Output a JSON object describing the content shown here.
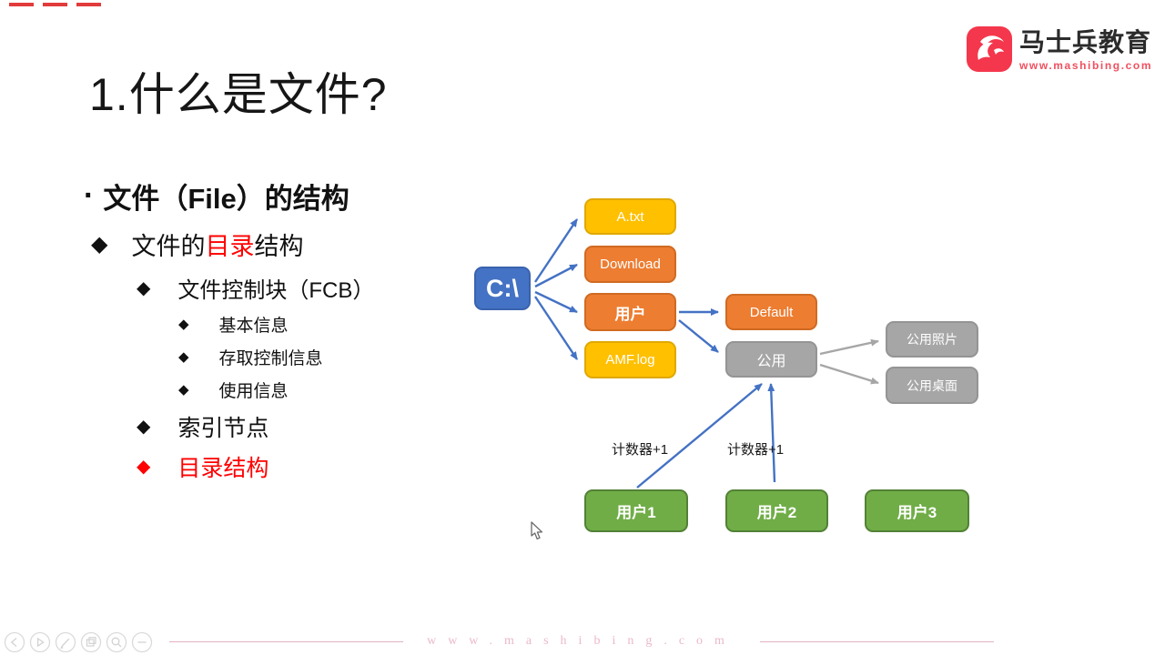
{
  "top_annotation": {
    "dash_color": "#e23b3b"
  },
  "logo": {
    "brand": "马士兵教育",
    "website": "www.mashibing.com",
    "brand_red": "#f4374c"
  },
  "slide": {
    "title": "1.什么是文件?",
    "outline": {
      "bullet1": "文件（File）的结构",
      "bullet2_pre": "文件的",
      "bullet2_highlight": "目录",
      "bullet2_post": "结构",
      "bullet3": "文件控制块（FCB）",
      "bullet4": "基本信息",
      "bullet5": "存取控制信息",
      "bullet6": "使用信息",
      "bullet7": "索引节点",
      "bullet8": "目录结构",
      "highlight_color": "#ff0000"
    }
  },
  "diagram": {
    "nodes": {
      "c_drive": {
        "label": "C:\\",
        "color": "#4472C4"
      },
      "a_txt": {
        "label": "A.txt",
        "color": "#FFC000"
      },
      "download": {
        "label": "Download",
        "color": "#ED7D31"
      },
      "yonghu": {
        "label": "用户",
        "color": "#ED7D31"
      },
      "amf_log": {
        "label": "AMF.log",
        "color": "#FFC000"
      },
      "default_dir": {
        "label": "Default",
        "color": "#ED7D31"
      },
      "gongyong": {
        "label": "公用",
        "color": "#A6A6A6"
      },
      "gongyong_zhaopian": {
        "label": "公用照片",
        "color": "#A6A6A6"
      },
      "gongyong_zhuomian": {
        "label": "公用桌面",
        "color": "#A6A6A6"
      },
      "user1": {
        "label": "用户1",
        "color": "#70AD47"
      },
      "user2": {
        "label": "用户2",
        "color": "#70AD47"
      },
      "user3": {
        "label": "用户3",
        "color": "#70AD47"
      }
    },
    "counter1": "计数器+1",
    "counter2": "计数器+1",
    "arrow_blue": "#4472C4",
    "arrow_gray": "#A6A6A6"
  },
  "footer": {
    "watermark": "www.mashibing.com",
    "icons": [
      "back",
      "play",
      "pen",
      "capture",
      "search",
      "more"
    ]
  }
}
